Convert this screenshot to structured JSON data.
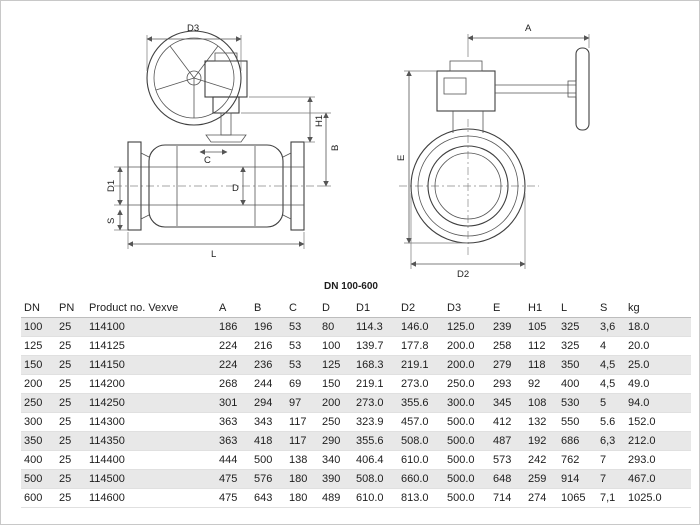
{
  "caption": "DN 100-600",
  "colors": {
    "stripe": "#e8e8e8",
    "line": "#3f3f3f",
    "background": "#ffffff"
  },
  "drawing": {
    "dim_labels": {
      "D3": "D3",
      "A": "A",
      "H1": "H1",
      "B": "B",
      "C": "C",
      "D": "D",
      "D1": "D1",
      "S": "S",
      "L": "L",
      "E": "E",
      "D2": "D2"
    }
  },
  "table": {
    "headers": [
      "DN",
      "PN",
      "Product no. Vexve",
      "A",
      "B",
      "C",
      "D",
      "D1",
      "D2",
      "D3",
      "E",
      "H1",
      "L",
      "S",
      "kg"
    ],
    "rows": [
      [
        "100",
        "25",
        "114100",
        "186",
        "196",
        "53",
        "80",
        "114.3",
        "146.0",
        "125.0",
        "239",
        "105",
        "325",
        "3,6",
        "18.0"
      ],
      [
        "125",
        "25",
        "114125",
        "224",
        "216",
        "53",
        "100",
        "139.7",
        "177.8",
        "200.0",
        "258",
        "112",
        "325",
        "4",
        "20.0"
      ],
      [
        "150",
        "25",
        "114150",
        "224",
        "236",
        "53",
        "125",
        "168.3",
        "219.1",
        "200.0",
        "279",
        "118",
        "350",
        "4,5",
        "25.0"
      ],
      [
        "200",
        "25",
        "114200",
        "268",
        "244",
        "69",
        "150",
        "219.1",
        "273.0",
        "250.0",
        "293",
        "92",
        "400",
        "4,5",
        "49.0"
      ],
      [
        "250",
        "25",
        "114250",
        "301",
        "294",
        "97",
        "200",
        "273.0",
        "355.6",
        "300.0",
        "345",
        "108",
        "530",
        "5",
        "94.0"
      ],
      [
        "300",
        "25",
        "114300",
        "363",
        "343",
        "117",
        "250",
        "323.9",
        "457.0",
        "500.0",
        "412",
        "132",
        "550",
        "5.6",
        "152.0"
      ],
      [
        "350",
        "25",
        "114350",
        "363",
        "418",
        "117",
        "290",
        "355.6",
        "508.0",
        "500.0",
        "487",
        "192",
        "686",
        "6,3",
        "212.0"
      ],
      [
        "400",
        "25",
        "114400",
        "444",
        "500",
        "138",
        "340",
        "406.4",
        "610.0",
        "500.0",
        "573",
        "242",
        "762",
        "7",
        "293.0"
      ],
      [
        "500",
        "25",
        "114500",
        "475",
        "576",
        "180",
        "390",
        "508.0",
        "660.0",
        "500.0",
        "648",
        "259",
        "914",
        "7",
        "467.0"
      ],
      [
        "600",
        "25",
        "114600",
        "475",
        "643",
        "180",
        "489",
        "610.0",
        "813.0",
        "500.0",
        "714",
        "274",
        "1065",
        "7,1",
        "1025.0"
      ]
    ]
  }
}
